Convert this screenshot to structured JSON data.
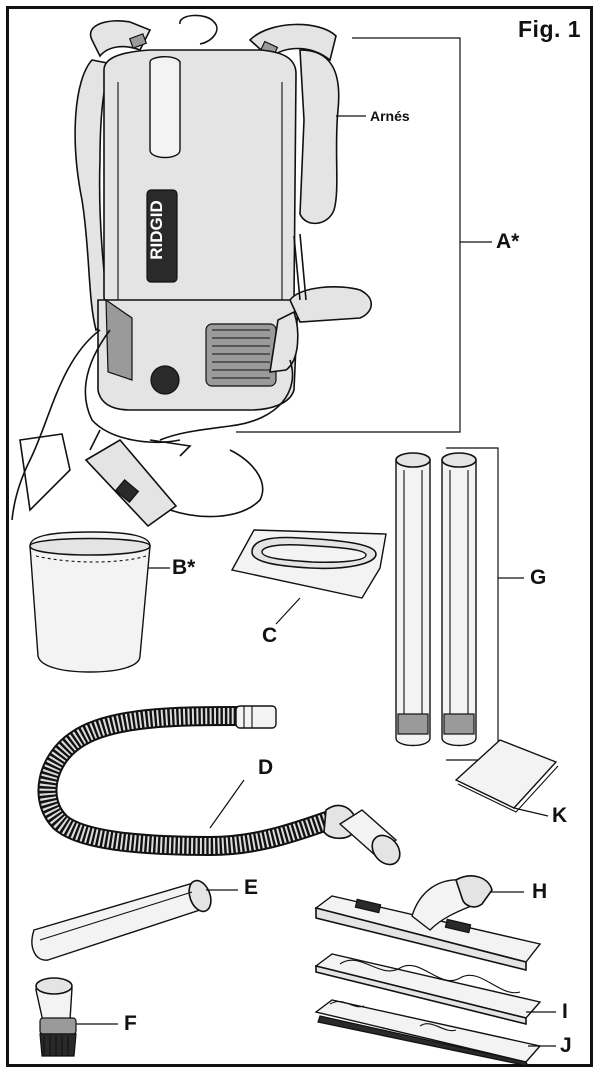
{
  "figure": {
    "title": "Fig. 1",
    "brand": "RIDGID"
  },
  "labels": {
    "harness": "Arnés",
    "a": "A*",
    "b": "B*",
    "c": "C",
    "d": "D",
    "e": "E",
    "f": "F",
    "g": "G",
    "h": "H",
    "i": "I",
    "j": "J",
    "k": "K"
  }
}
